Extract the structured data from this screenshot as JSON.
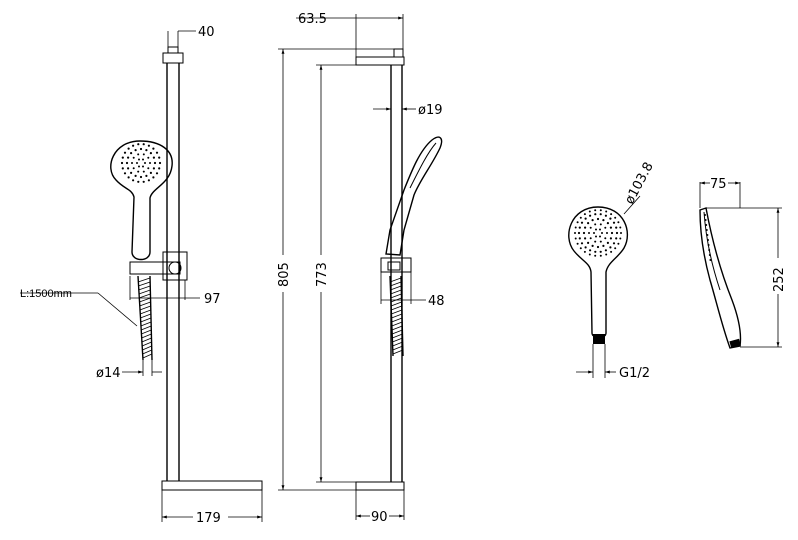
{
  "front_view": {
    "dim_top_width": "40",
    "dim_hose_length": "L:1500mm",
    "dim_holder_offset": "97",
    "dim_hose_diameter": "ø14",
    "dim_base_width": "179"
  },
  "side_view": {
    "dim_top_depth": "63.5",
    "dim_rail_diameter": "ø19",
    "dim_total_height": "805",
    "dim_rail_height": "773",
    "dim_holder_depth": "48",
    "dim_base_depth": "90"
  },
  "handset_front": {
    "dim_head_diameter": "ø103.8",
    "dim_thread": "G1/2"
  },
  "handset_side": {
    "dim_head_depth": "75",
    "dim_handset_length": "252"
  }
}
